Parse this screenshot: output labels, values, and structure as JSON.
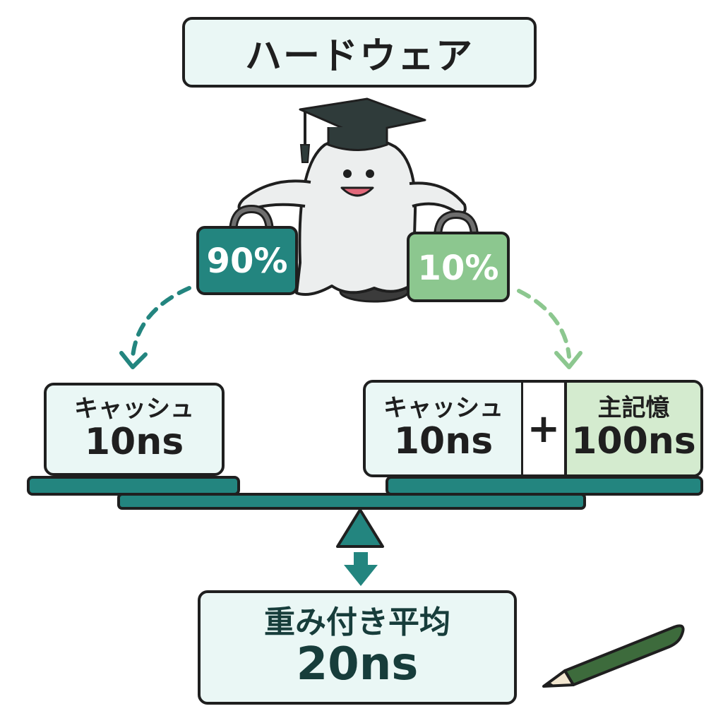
{
  "title": "ハードウェア",
  "weights": {
    "hit": "90%",
    "miss": "10%"
  },
  "left_scale": {
    "label": "キャッシュ",
    "value": "10ns"
  },
  "right_scale": {
    "cache_label": "キャッシュ",
    "cache_value": "10ns",
    "operator": "+",
    "memory_label": "主記憶",
    "memory_value": "100ns"
  },
  "result": {
    "label": "重み付き平均",
    "value": "20ns"
  },
  "colors": {
    "teal": "#23857f",
    "light_green": "#8cc78f",
    "box_bg": "#eaf7f5",
    "memory_bg": "#d4ebcf"
  }
}
